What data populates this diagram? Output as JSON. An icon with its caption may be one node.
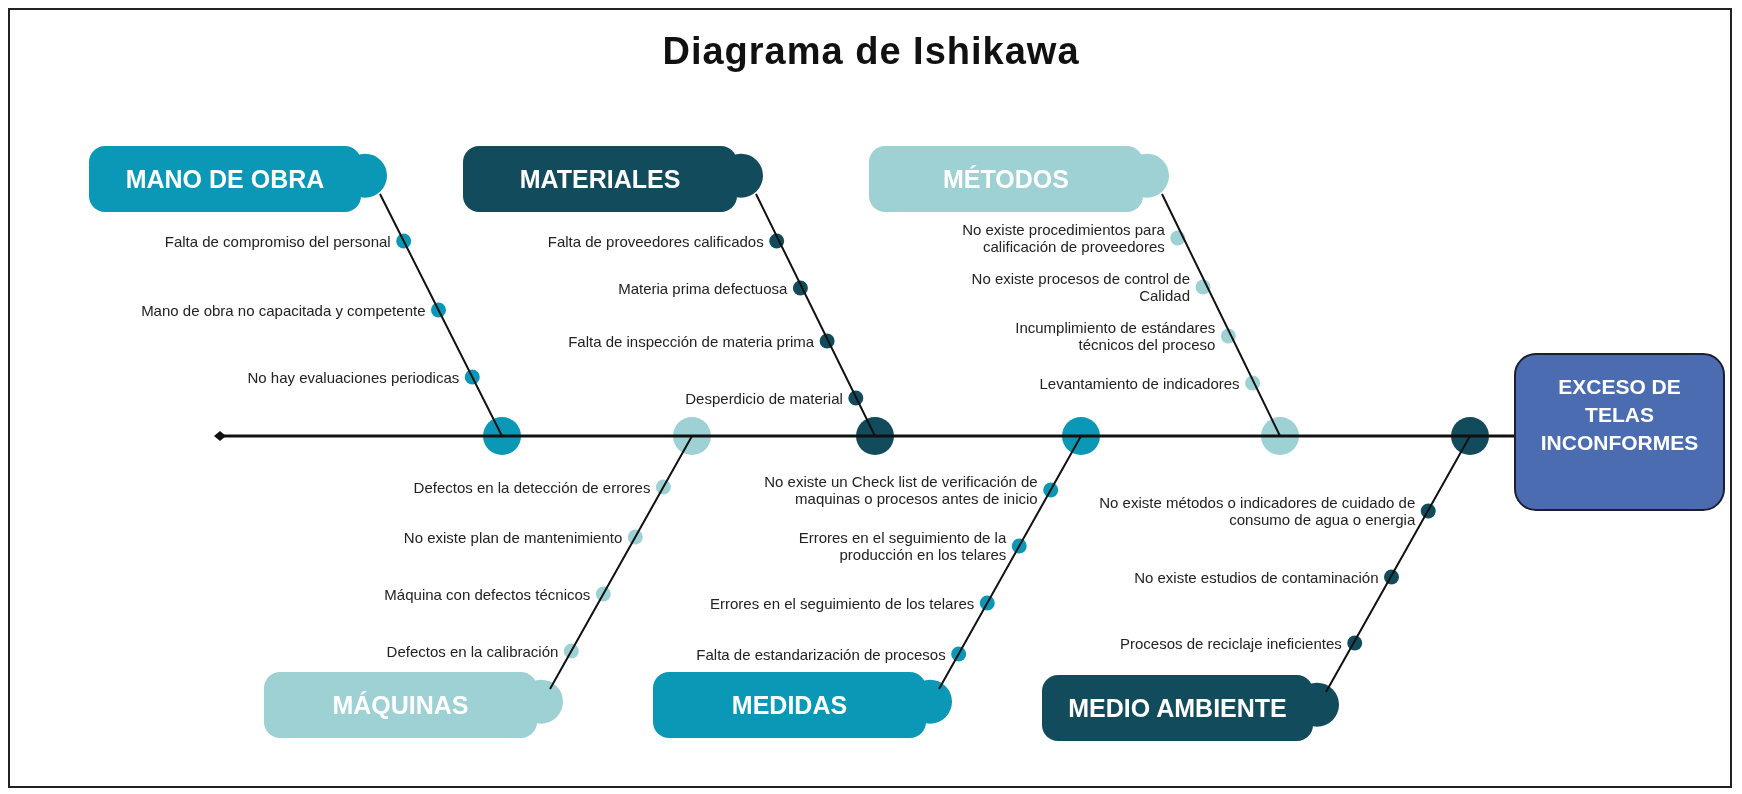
{
  "diagram": {
    "title": "Diagrama de Ishikawa",
    "nodes": [
      {
        "text": [
          "MANO DE OBRA"
        ],
        "beside": [
          "Falta de compromiso del personal",
          "Mano de obra no capacitada y competente",
          "No hay evaluaciones periodicas"
        ]
      },
      {
        "text": [
          "MATERIALES"
        ],
        "beside": [
          "Falta de proveedores calificados",
          "Materia prima defectuosa",
          "Falta de inspección de materia prima",
          "Desperdicio de material"
        ]
      },
      {
        "text": [
          "MÉTODOS"
        ],
        "beside": [
          "No existe procedimientos para calificación de proveedores",
          "No existe procesos de control de Calidad",
          "Incumplimiento de estándares técnicos del proceso",
          "Levantamiento de indicadores"
        ]
      },
      {
        "text": [
          "EXCESO DE TELAS INCONFORMES"
        ]
      },
      {
        "text": [
          "MÁQUINAS"
        ],
        "beside": [
          "Defectos en la detección de errores",
          "No existe plan de mantenimiento",
          "Máquina con defectos técnicos",
          "Defectos en la calibración"
        ]
      },
      {
        "text": [
          "MEDIDAS"
        ],
        "beside": [
          "No existe un Check list de verificación de maquinas o procesos antes de inicio",
          "Errores en el seguimiento de la producción  en los telares",
          "Errores en el seguimiento de los telares",
          "Falta de estandarización de  procesos"
        ]
      },
      {
        "text": [
          "MEDIO AMBIENTE"
        ],
        "beside": [
          "No existe métodos o indicadores de cuidado de consumo de agua o energia",
          "No existe estudios de contaminación",
          "Procesos de reciclaje ineficientes"
        ]
      }
    ],
    "edges": [
      {
        "from": null,
        "to": 3,
        "arrow": "other"
      },
      {
        "from": 0,
        "to": 3,
        "arrow": "none"
      },
      {
        "from": 1,
        "to": 3,
        "arrow": "none"
      },
      {
        "from": 2,
        "to": 3,
        "arrow": "none"
      },
      {
        "from": 4,
        "to": 3,
        "arrow": "none"
      },
      {
        "from": 5,
        "to": 3,
        "arrow": "none"
      },
      {
        "from": 6,
        "to": 3,
        "arrow": "none"
      }
    ]
  }
}
